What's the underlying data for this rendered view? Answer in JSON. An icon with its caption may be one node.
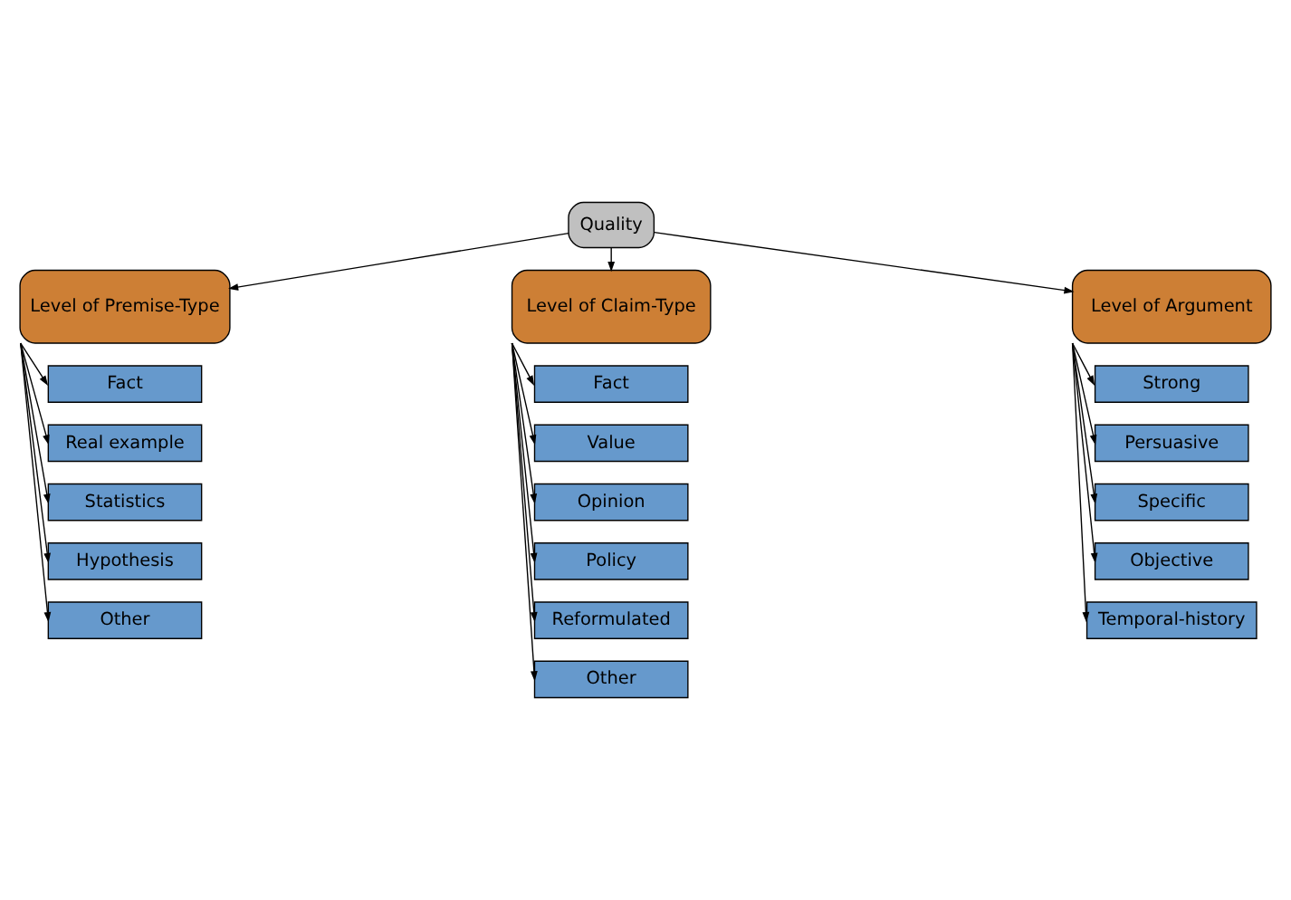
{
  "diagram": {
    "nodes": [
      {
        "text": [
          "Quality"
        ]
      },
      {
        "text": [
          "Level of Premise-Type"
        ]
      },
      {
        "text": [
          "Level of Claim-Type"
        ]
      },
      {
        "text": [
          "Level of Argument"
        ]
      },
      {
        "text": [
          "Fact"
        ]
      },
      {
        "text": [
          "Real example"
        ]
      },
      {
        "text": [
          "Statistics"
        ]
      },
      {
        "text": [
          "Hypothesis"
        ]
      },
      {
        "text": [
          "Other"
        ]
      },
      {
        "text": [
          "Fact"
        ]
      },
      {
        "text": [
          "Value"
        ]
      },
      {
        "text": [
          "Opinion"
        ]
      },
      {
        "text": [
          "Policy"
        ]
      },
      {
        "text": [
          "Reformulated"
        ]
      },
      {
        "text": [
          "Other"
        ]
      },
      {
        "text": [
          "Strong"
        ]
      },
      {
        "text": [
          "Persuasive"
        ]
      },
      {
        "text": [
          "Specific"
        ]
      },
      {
        "text": [
          "Objective"
        ]
      },
      {
        "text": [
          "Temporal-history"
        ]
      }
    ],
    "edges": [
      {
        "from": 0,
        "to": 1,
        "arrow": "to"
      },
      {
        "from": 0,
        "to": 2,
        "arrow": "to"
      },
      {
        "from": 0,
        "to": 3,
        "arrow": "to"
      },
      {
        "from": 1,
        "to": 4,
        "arrow": "to"
      },
      {
        "from": 1,
        "to": 5,
        "arrow": "to"
      },
      {
        "from": 1,
        "to": 6,
        "arrow": "to"
      },
      {
        "from": 1,
        "to": 7,
        "arrow": "to"
      },
      {
        "from": 1,
        "to": 8,
        "arrow": "to"
      },
      {
        "from": 2,
        "to": 9,
        "arrow": "to"
      },
      {
        "from": 2,
        "to": 10,
        "arrow": "to"
      },
      {
        "from": 2,
        "to": 11,
        "arrow": "to"
      },
      {
        "from": 2,
        "to": 12,
        "arrow": "to"
      },
      {
        "from": 2,
        "to": 13,
        "arrow": "to"
      },
      {
        "from": 2,
        "to": 14,
        "arrow": "to"
      },
      {
        "from": 3,
        "to": 15,
        "arrow": "to"
      },
      {
        "from": 3,
        "to": 16,
        "arrow": "to"
      },
      {
        "from": 3,
        "to": 17,
        "arrow": "to"
      },
      {
        "from": 3,
        "to": 18,
        "arrow": "to"
      },
      {
        "from": 3,
        "to": 19,
        "arrow": "to"
      }
    ]
  }
}
